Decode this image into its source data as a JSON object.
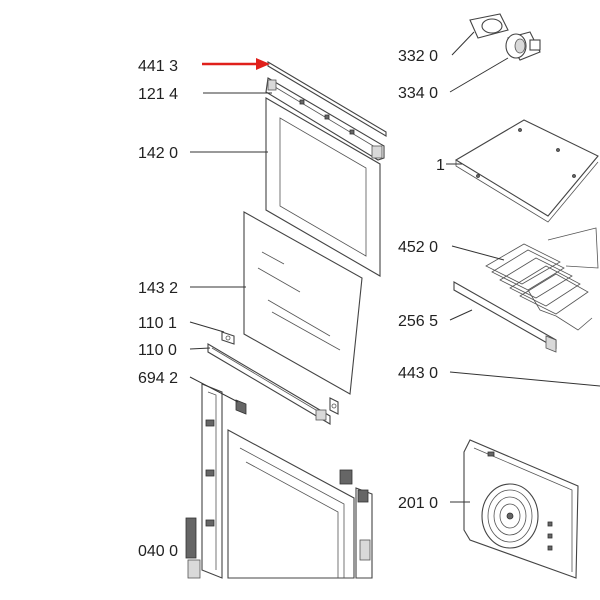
{
  "diagram": {
    "labels": [
      {
        "id": "p4413",
        "text": "441 3"
      },
      {
        "id": "p1214",
        "text": "121 4"
      },
      {
        "id": "p1420",
        "text": "142 0"
      },
      {
        "id": "p1432",
        "text": "143 2"
      },
      {
        "id": "p1101",
        "text": "110 1"
      },
      {
        "id": "p1100",
        "text": "110 0"
      },
      {
        "id": "p6942",
        "text": "694 2"
      },
      {
        "id": "p0400",
        "text": "040 0"
      },
      {
        "id": "p3320",
        "text": "332 0"
      },
      {
        "id": "p3340",
        "text": "334 0"
      },
      {
        "id": "p1",
        "text": "1"
      },
      {
        "id": "p4520",
        "text": "452 0"
      },
      {
        "id": "p2565",
        "text": "256 5"
      },
      {
        "id": "p4430",
        "text": "443 0"
      },
      {
        "id": "p2010",
        "text": "201 0"
      }
    ],
    "highlight_color": "#e0201b",
    "line_color": "#333333"
  }
}
